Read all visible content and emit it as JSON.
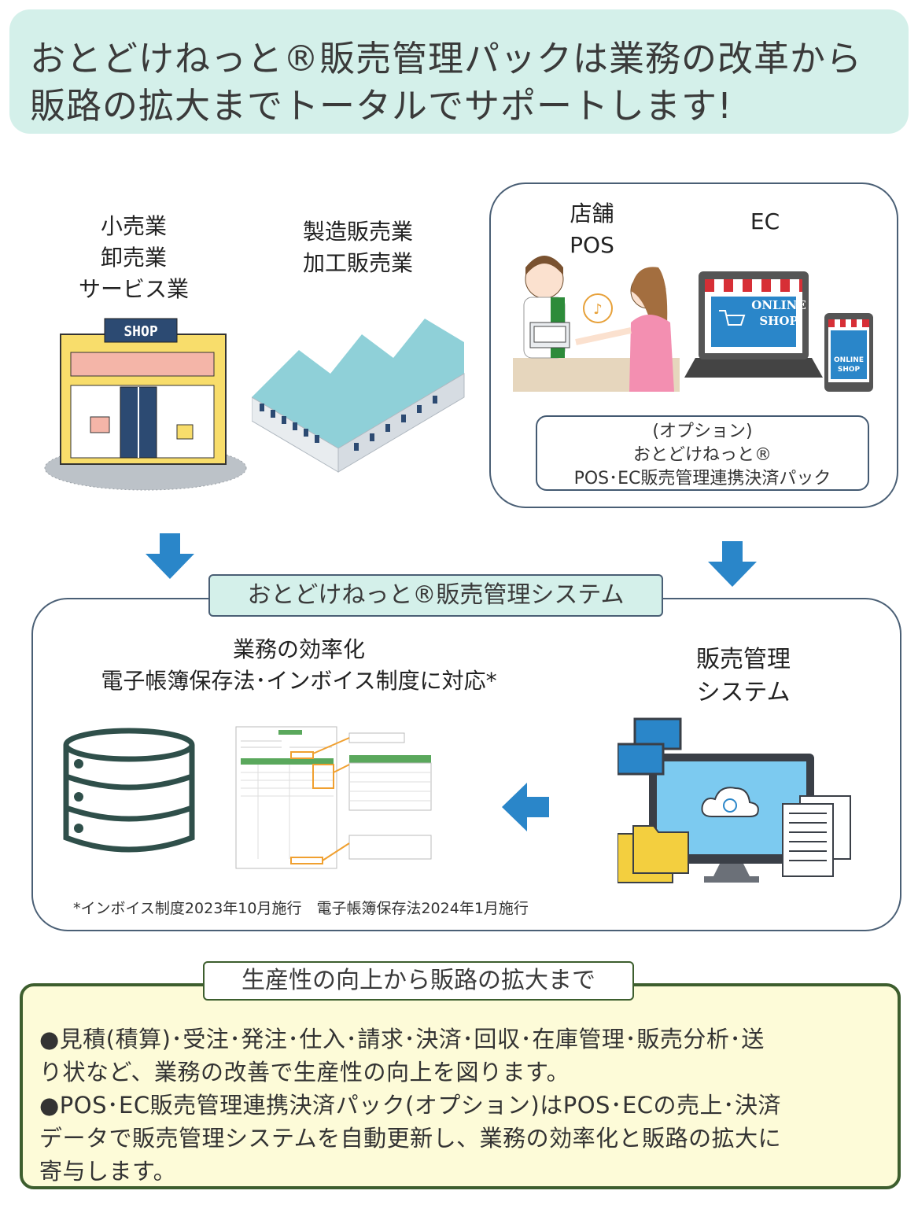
{
  "header": {
    "line1": "おとどけねっと®販売管理パックは業務の改革から",
    "line2": "販路の拡大までトータルでサポートします!"
  },
  "segments": {
    "retail": [
      "小売業",
      "卸売業",
      "サービス業"
    ],
    "manufacturing": [
      "製造販売業",
      "加工販売業"
    ],
    "pos": [
      "店舗",
      "POS"
    ],
    "ec": "EC"
  },
  "illustrations": {
    "shop_sign": "SHOP",
    "online_shop": [
      "ONLINE",
      "SHOP"
    ],
    "tablet_shop": [
      "ONLINE",
      "SHOP"
    ]
  },
  "option": {
    "line1": "(オプション)",
    "line2": "おとどけねっと®",
    "line3": "POS･EC販売管理連携決済パック"
  },
  "system": {
    "label": "おとどけねっと®販売管理システム",
    "efficiency_line1": "業務の効率化",
    "efficiency_line2": "電子帳簿保存法･インボイス制度に対応*",
    "sales_mgmt": [
      "販売管理",
      "システム"
    ],
    "footnote": "*インボイス制度2023年10月施行　電子帳簿保存法2024年1月施行"
  },
  "bottom": {
    "label": "生産性の向上から販路の拡大まで",
    "lines": [
      "●見積(積算)･受注･発注･仕入･請求･決済･回収･在庫管理･販売分析･送",
      "り状など、業務の改善で生産性の向上を図ります。",
      "●POS･EC販売管理連携決済パック(オプション)はPOS･ECの売上･決済",
      "データで販売管理システムを自動更新し、業務の効率化と販路の拡大に",
      "寄与します。"
    ]
  },
  "colors": {
    "header_bg": "#d4f0ea",
    "arrow": "#2a86c9",
    "box_border": "#4a5f75",
    "bottom_bg": "#fdfbd8",
    "bottom_border": "#3d5e2e"
  }
}
